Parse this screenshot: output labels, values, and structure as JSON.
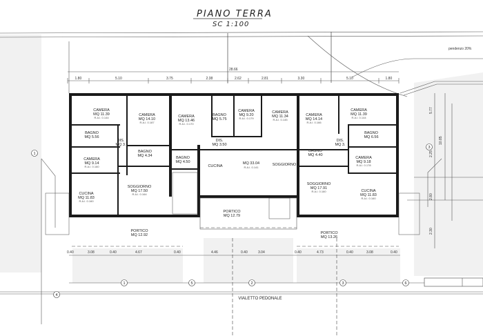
{
  "title": "PIANO TERRA",
  "scale": "SC 1:100",
  "slope_note": "pendenzo 20%",
  "path_label": "VIALETTO PEDONALE",
  "top_dimensions": {
    "total": "28.66",
    "segments": [
      "1.80",
      "5.10",
      "3.75",
      "2.38",
      "2.62",
      "2.81",
      "3.30",
      "5.10",
      "1.80"
    ]
  },
  "right_dimensions": [
    "5.77",
    "2.25",
    "10.85",
    "2.80",
    "2.30"
  ],
  "bottom_dimensions": [
    "0.40",
    "3.08",
    "0.40",
    "4.67",
    "0.40",
    "4.46",
    "0.40",
    "3.04",
    "0.40",
    "4.73",
    "0.40",
    "3.08",
    "0.40"
  ],
  "unit_markers": [
    "1",
    "2",
    "3",
    "4",
    "5",
    "6",
    "1",
    "3"
  ],
  "rooms": [
    {
      "name": "CAMERA",
      "area": "MQ 11.39",
      "rai": "R.A.I. 0.144"
    },
    {
      "name": "CAMERA",
      "area": "MQ 14.10",
      "rai": "R.A.I. 0.187"
    },
    {
      "name": "CAMERA",
      "area": "MQ 13.46",
      "rai": "R.A.I. 0.170"
    },
    {
      "name": "BAGNO",
      "area": "MQ 5.75",
      "rai": ""
    },
    {
      "name": "CAMERA",
      "area": "MQ 9.20",
      "rai": "R.A.I. 0.179"
    },
    {
      "name": "CAMERA",
      "area": "MQ 11.34",
      "rai": "R.A.I. 0.145"
    },
    {
      "name": "CAMERA",
      "area": "MQ 14.14",
      "rai": "R.A.I. 0.166"
    },
    {
      "name": "CAMERA",
      "area": "MQ 11.39",
      "rai": "R.A.I. 0.144"
    },
    {
      "name": "BAGNO",
      "area": "MQ 5.56",
      "rai": ""
    },
    {
      "name": "DIS.",
      "area": "MQ 3.",
      "rai": ""
    },
    {
      "name": "DIS.",
      "area": "MQ 3.50",
      "rai": ""
    },
    {
      "name": "DIS.",
      "area": "MQ 3.",
      "rai": ""
    },
    {
      "name": "BAGNO",
      "area": "MQ 6.56",
      "rai": ""
    },
    {
      "name": "CAMERA",
      "area": "MQ 9.14",
      "rai": "R.A.I. 0.160"
    },
    {
      "name": "BAGNO",
      "area": "MQ 4.34",
      "rai": ""
    },
    {
      "name": "BAGNO",
      "area": "MQ 4.50",
      "rai": ""
    },
    {
      "name": "CUCINA",
      "area": "MQ 33.04",
      "rai": "R.A.I. 0.141"
    },
    {
      "name": "SOGGIORNO",
      "area": "",
      "rai": ""
    },
    {
      "name": "BAGNO",
      "area": "MQ 4.40",
      "rai": ""
    },
    {
      "name": "CAMERA",
      "area": "MQ 9.18",
      "rai": "R.A.I. 0.178"
    },
    {
      "name": "CUCINA",
      "area": "MQ 11.83",
      "rai": "R.A.I. 0.160"
    },
    {
      "name": "SOGGIORNO",
      "area": "MQ 17.50",
      "rai": "R.A.I. 0.164"
    },
    {
      "name": "SOGGIORNO",
      "area": "MQ 17.91",
      "rai": "R.A.I. 0.160"
    },
    {
      "name": "CUCINA",
      "area": "MQ 11.83",
      "rai": "R.A.I. 0.160"
    },
    {
      "name": "PORTICO",
      "area": "MQ 12.79",
      "rai": ""
    },
    {
      "name": "PORTICO",
      "area": "MQ 12.92",
      "rai": ""
    },
    {
      "name": "PORTICO",
      "area": "MQ 13.26",
      "rai": ""
    }
  ]
}
